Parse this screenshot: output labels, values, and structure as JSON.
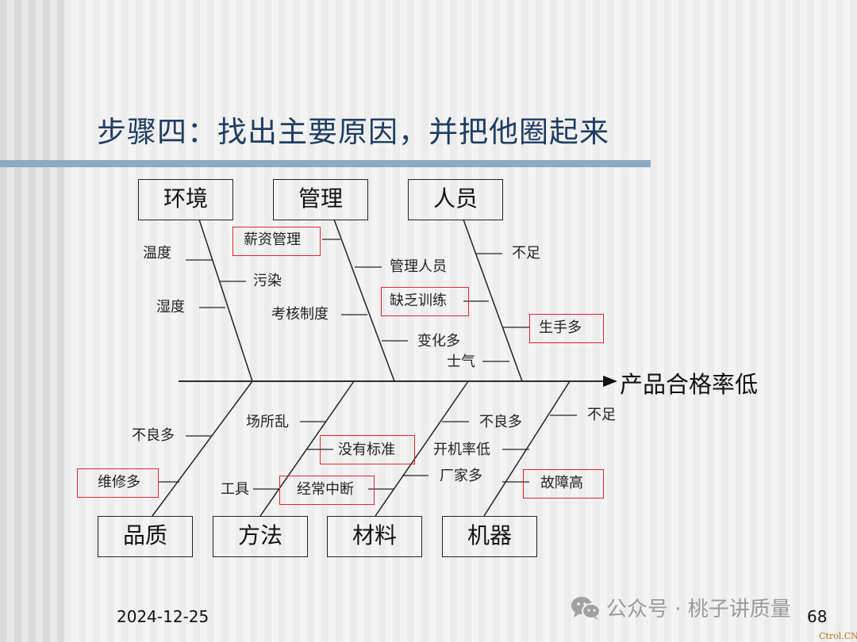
{
  "slide": {
    "title": "步骤四：找出主要原因，并把他圈起来",
    "date": "2024-12-25",
    "page_number": "68",
    "watermark": "公众号 · 桃子讲质量",
    "watermark_icon": "wechat-icon",
    "credit": "Ctrol.CN",
    "accent_bar_color": "#8ea9c3",
    "highlight_color": "#e0262a"
  },
  "fishbone": {
    "effect": "产品合格率低",
    "upper_categories": [
      {
        "label": "环境",
        "causes": [
          "温度",
          "污染",
          "湿度"
        ]
      },
      {
        "label": "管理",
        "causes": [
          "薪资管理",
          "管理人员",
          "考核制度",
          "变化多"
        ]
      },
      {
        "label": "人员",
        "causes": [
          "不足",
          "缺乏训练",
          "生手多",
          "士气"
        ]
      }
    ],
    "lower_categories": [
      {
        "label": "品质",
        "causes": [
          "不良多",
          "维修多"
        ]
      },
      {
        "label": "方法",
        "causes": [
          "场所乱",
          "没有标准",
          "工具",
          "经常中断"
        ]
      },
      {
        "label": "材料",
        "causes": [
          "不良多",
          "开机率低",
          "厂家多"
        ]
      },
      {
        "label": "机器",
        "causes": [
          "不足",
          "故障高"
        ]
      }
    ],
    "highlighted_main_causes": [
      "薪资管理",
      "缺乏训练",
      "生手多",
      "没有标准",
      "经常中断",
      "维修多",
      "故障高"
    ]
  }
}
